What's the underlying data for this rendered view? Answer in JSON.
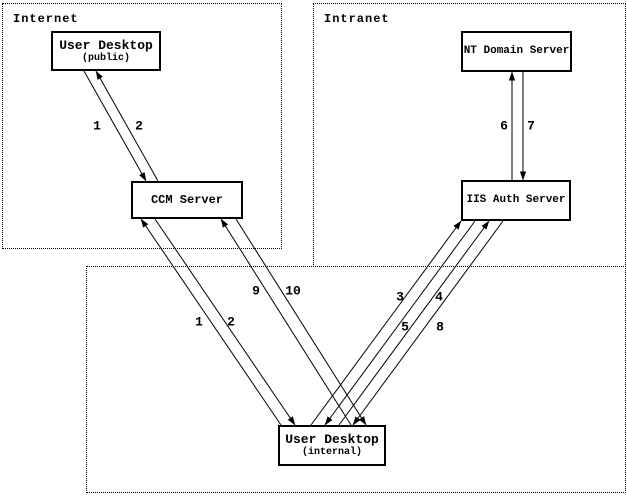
{
  "zones": {
    "internet": {
      "label": "Internet"
    },
    "intranet": {
      "label": "Intranet"
    },
    "internal_network": {
      "label": ""
    }
  },
  "nodes": {
    "user_desktop_public": {
      "title": "User Desktop",
      "subtitle": "(public)"
    },
    "ccm_server": {
      "title": "CCM Server",
      "subtitle": ""
    },
    "nt_domain_server": {
      "title": "NT Domain Server",
      "subtitle": ""
    },
    "iis_auth_server": {
      "title": "IIS Auth Server",
      "subtitle": ""
    },
    "user_desktop_internal": {
      "title": "User Desktop",
      "subtitle": "(internal)"
    }
  },
  "arrows": [
    {
      "label": "1",
      "from": "user_desktop_public",
      "to": "ccm_server"
    },
    {
      "label": "2",
      "from": "ccm_server",
      "to": "user_desktop_public"
    },
    {
      "label": "1",
      "from": "user_desktop_internal",
      "to": "ccm_server"
    },
    {
      "label": "2",
      "from": "ccm_server",
      "to": "user_desktop_internal"
    },
    {
      "label": "9",
      "from": "user_desktop_internal",
      "to": "ccm_server"
    },
    {
      "label": "10",
      "from": "ccm_server",
      "to": "user_desktop_internal"
    },
    {
      "label": "3",
      "from": "user_desktop_internal",
      "to": "iis_auth_server"
    },
    {
      "label": "4",
      "from": "iis_auth_server",
      "to": "user_desktop_internal"
    },
    {
      "label": "5",
      "from": "user_desktop_internal",
      "to": "iis_auth_server"
    },
    {
      "label": "8",
      "from": "iis_auth_server",
      "to": "user_desktop_internal"
    },
    {
      "label": "6",
      "from": "iis_auth_server",
      "to": "nt_domain_server"
    },
    {
      "label": "7",
      "from": "nt_domain_server",
      "to": "iis_auth_server"
    }
  ],
  "colors": {
    "line": "#000000",
    "background": "#ffffff",
    "text": "#000000"
  }
}
